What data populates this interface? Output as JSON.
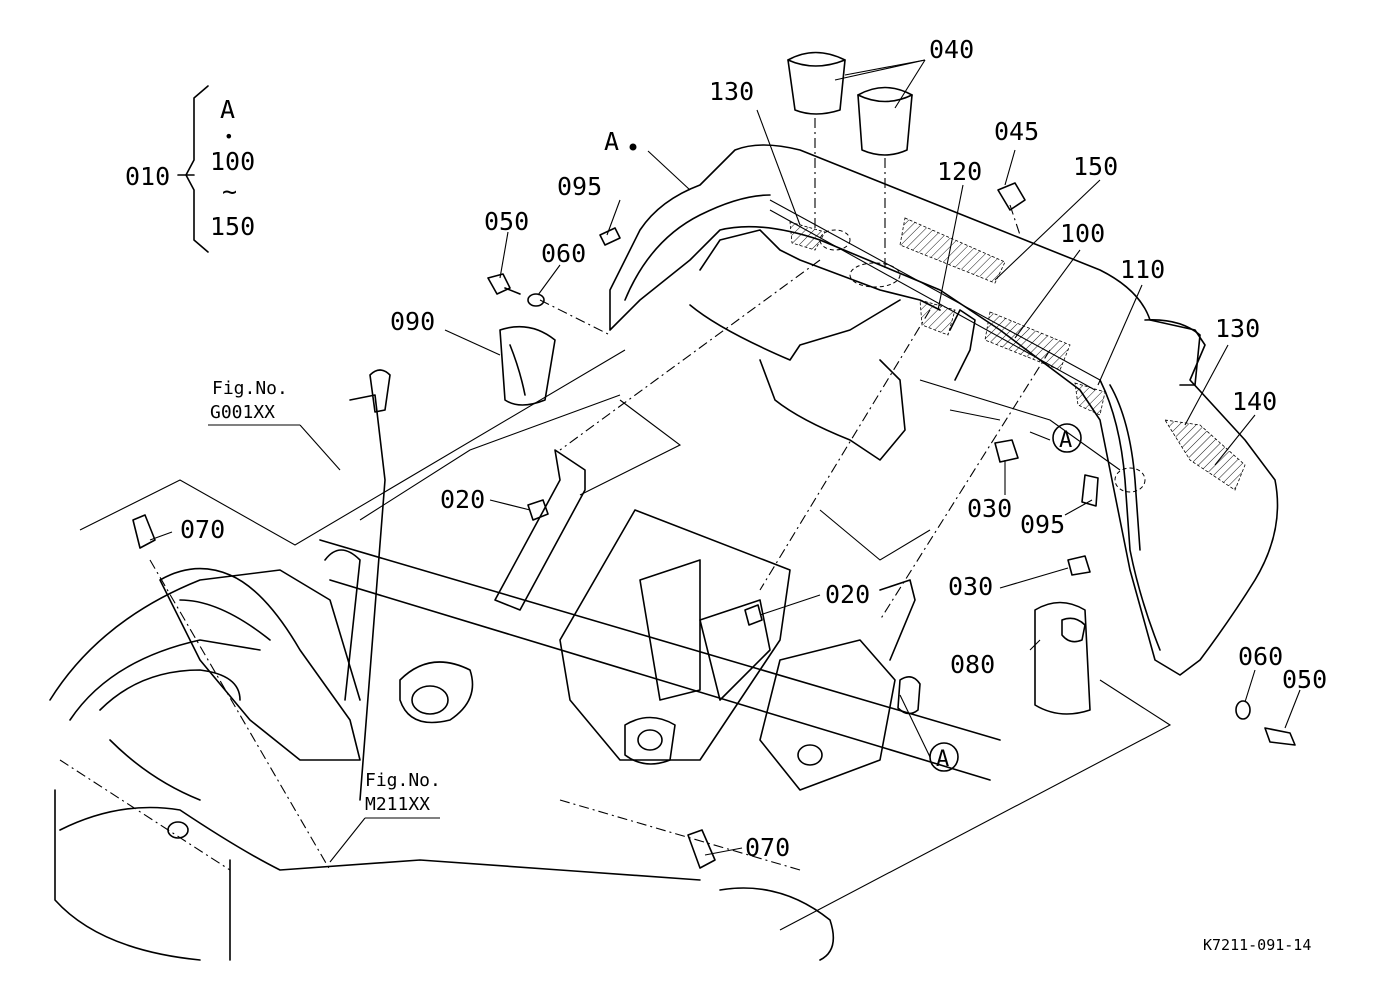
{
  "group_label": {
    "code": "010",
    "lines": [
      "A",
      "•",
      "100",
      "~",
      "150"
    ]
  },
  "callouts": {
    "c020a": "020",
    "c020b": "020",
    "c030a": "030",
    "c030b": "030",
    "c040": "040",
    "c045": "045",
    "c050a": "050",
    "c050b": "050",
    "c060a": "060",
    "c060b": "060",
    "c070a": "070",
    "c070b": "070",
    "c080": "080",
    "c090": "090",
    "c095a": "095",
    "c095b": "095",
    "c100": "100",
    "c110": "110",
    "c120": "120",
    "c130a": "130",
    "c130b": "130",
    "c140": "140",
    "c150": "150",
    "pointA": "A",
    "circleA1": "A",
    "circleA2": "A"
  },
  "references": {
    "fig1_title": "Fig.No.",
    "fig1_code": "G001XX",
    "fig2_title": "Fig.No.",
    "fig2_code": "M211XX"
  },
  "drawing_code": "K7211-091-14"
}
